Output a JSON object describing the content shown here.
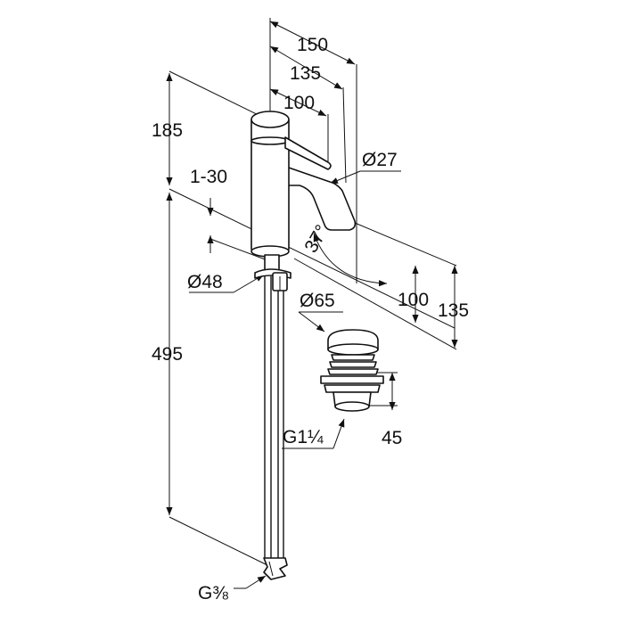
{
  "diagram": {
    "dimensions": {
      "width_150": "150",
      "width_135": "135",
      "width_100": "100",
      "height_185": "185",
      "height_495": "495",
      "range_1_30": "1-30",
      "dia_27": "Ø27",
      "dia_48": "Ø48",
      "dia_65": "Ø65",
      "angle_37": "37°",
      "right_100": "100",
      "right_135": "135",
      "height_45": "45",
      "thread_g114": "G1¼",
      "thread_g38": "G⅜"
    }
  }
}
